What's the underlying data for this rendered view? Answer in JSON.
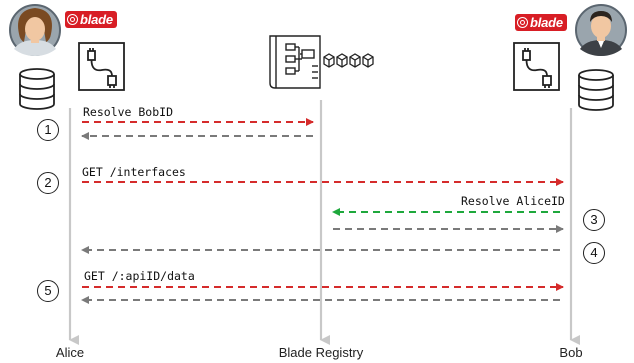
{
  "actors": {
    "alice": "Alice",
    "registry": "Blade Registry",
    "bob": "Bob"
  },
  "brand": {
    "badge_text": "blade",
    "badge_color": "#d81e25"
  },
  "messages": {
    "m1": "Resolve BobID",
    "m2": "GET /interfaces",
    "m3": "Resolve AliceID",
    "m5": "GET /:apiID/data"
  },
  "steps": [
    "1",
    "2",
    "3",
    "4",
    "5"
  ],
  "colors": {
    "request": "#d52b2b",
    "response": "#7a7a7a",
    "registry_query": "#1ea83c",
    "lifeline": "#c8c8c8"
  }
}
